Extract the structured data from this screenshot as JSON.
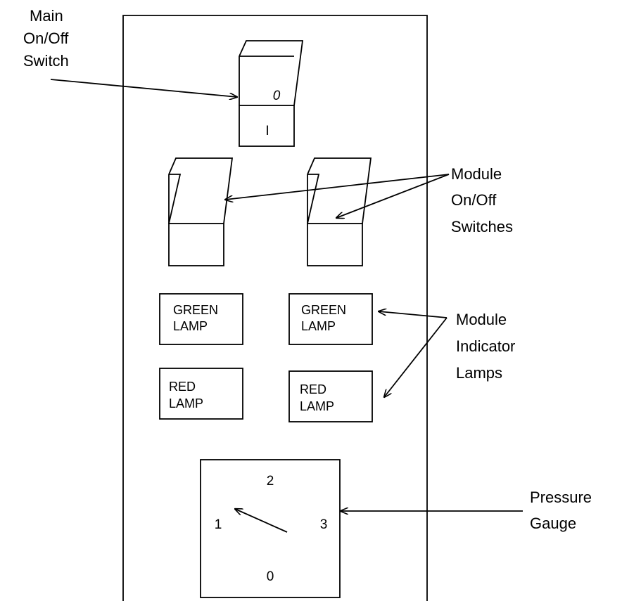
{
  "callouts": {
    "main_switch": [
      "Main",
      "On/Off",
      "Switch"
    ],
    "module_switches": [
      "Module",
      "On/Off",
      "Switches"
    ],
    "module_lamps": [
      "Module",
      "Indicator",
      "Lamps"
    ],
    "pressure_gauge": [
      "Pressure",
      "Gauge"
    ]
  },
  "main_switch": {
    "top_symbol": "0",
    "bottom_symbol": "I"
  },
  "lamps": {
    "left_green": [
      "GREEN",
      "LAMP"
    ],
    "right_green": [
      "GREEN",
      "LAMP"
    ],
    "left_red": [
      "RED",
      "LAMP"
    ],
    "right_red": [
      "RED",
      "LAMP"
    ]
  },
  "gauge": {
    "scale": [
      "0",
      "1",
      "2",
      "3"
    ],
    "needle_value": 1
  }
}
